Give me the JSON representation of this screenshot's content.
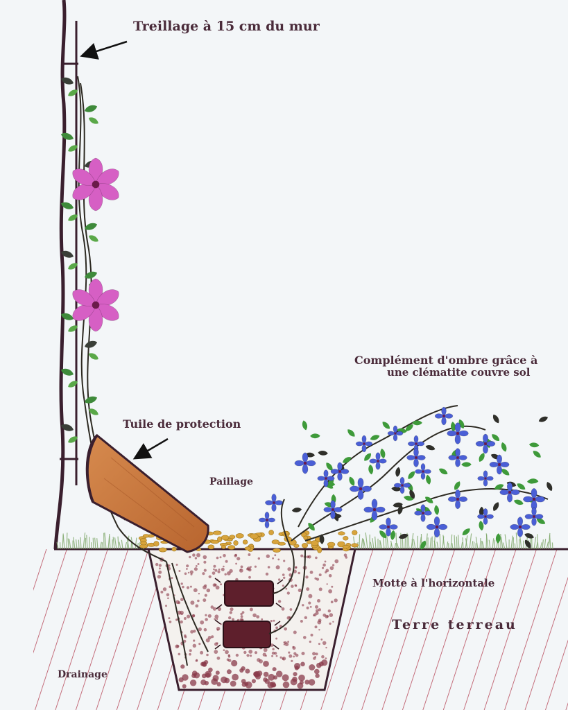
{
  "labels": {
    "trellis": "Treillage à 15 cm du mur",
    "shade_line1": "Complément d'ombre grâce à",
    "shade_line2": "une clématite couvre sol",
    "tile": "Tuile de protection",
    "mulch": "Paillage",
    "root_ball": "Motte à l'horizontale",
    "soil": "Terre terreau",
    "drainage": "Drainage"
  },
  "colors": {
    "text": "#4a2b3a",
    "wall": "#3a1f2e",
    "grass": "#7fa86a",
    "pink_flower": "#d65fc4",
    "blue_flower": "#4a5fd6",
    "tile": "#c97a42",
    "mulch": "#d8a43c",
    "root_ball": "#5e1f2c",
    "soil_dots": "#8a3a4a",
    "hatch": "#b23a4c"
  },
  "icons": [
    "arrow-icon",
    "pink-clematis-icon",
    "blue-clematis-icon",
    "leaf-icon"
  ]
}
